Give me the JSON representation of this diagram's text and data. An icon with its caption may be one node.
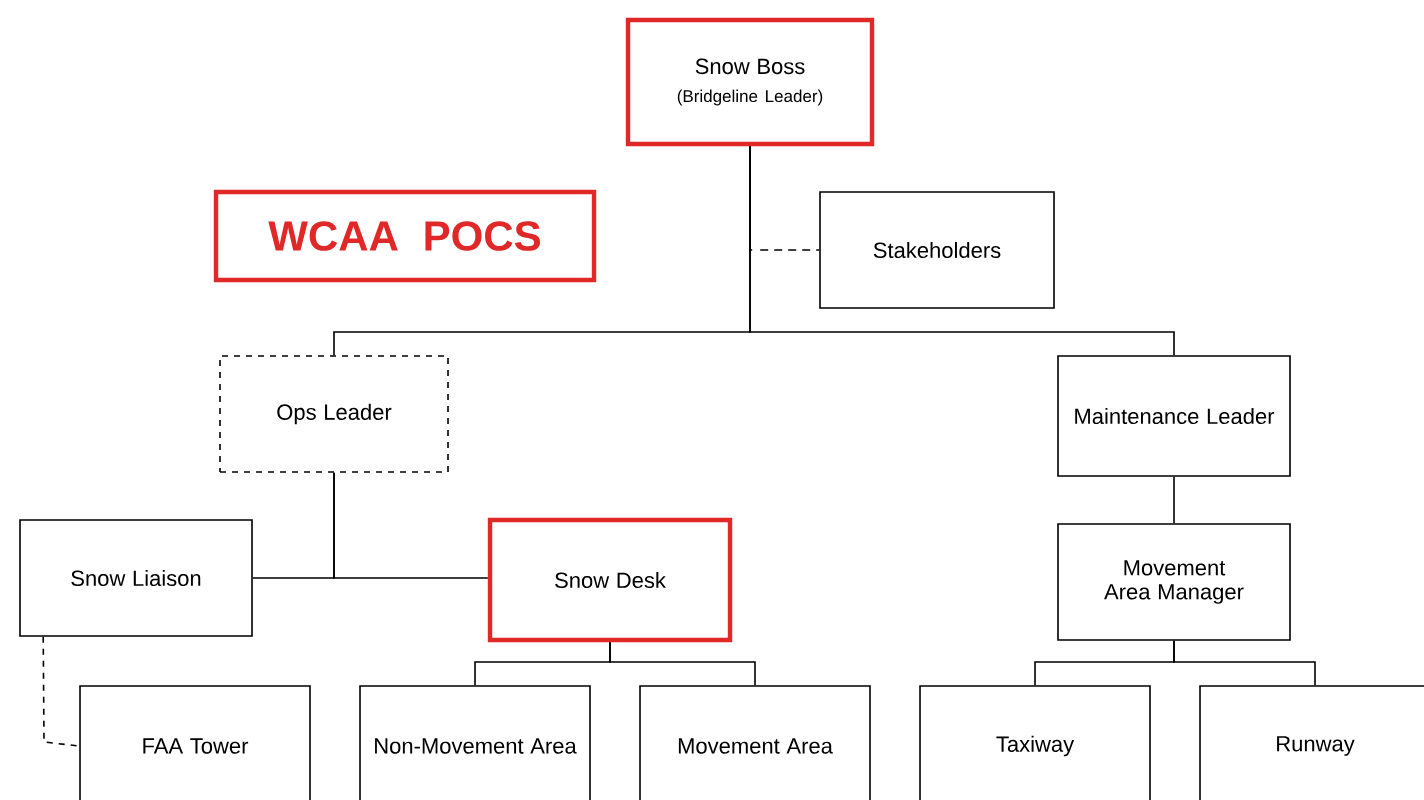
{
  "diagram": {
    "nodes": [
      {
        "text": [
          "Snow Boss",
          "(Bridgeline Leader)"
        ]
      },
      {
        "text": [
          "WCAA POCS"
        ]
      },
      {
        "text": [
          "Stakeholders"
        ]
      },
      {
        "text": [
          "Ops Leader"
        ]
      },
      {
        "text": [
          "Maintenance Leader"
        ]
      },
      {
        "text": [
          "Snow Liaison"
        ]
      },
      {
        "text": [
          "Snow Desk"
        ]
      },
      {
        "text": [
          "Movement Area Manager"
        ]
      },
      {
        "text": [
          "FAA Tower"
        ]
      },
      {
        "text": [
          "Non-Movement Area"
        ]
      },
      {
        "text": [
          "Movement Area"
        ]
      },
      {
        "text": [
          "Taxiway"
        ]
      },
      {
        "text": [
          "Runway"
        ]
      }
    ],
    "edges": [
      {
        "from": 0,
        "to": 2,
        "arrow": "none",
        "style": "dashed"
      },
      {
        "from": 0,
        "to": 3,
        "arrow": "none"
      },
      {
        "from": 0,
        "to": 4,
        "arrow": "none"
      },
      {
        "from": 3,
        "to": 5,
        "arrow": "none"
      },
      {
        "from": 3,
        "to": 6,
        "arrow": "none"
      },
      {
        "from": 4,
        "to": 7,
        "arrow": "none"
      },
      {
        "from": 5,
        "to": 8,
        "arrow": "none",
        "style": "dashed"
      },
      {
        "from": 6,
        "to": 9,
        "arrow": "none"
      },
      {
        "from": 6,
        "to": 10,
        "arrow": "none"
      },
      {
        "from": 7,
        "to": 11,
        "arrow": "none"
      },
      {
        "from": 7,
        "to": 12,
        "arrow": "none"
      }
    ]
  }
}
